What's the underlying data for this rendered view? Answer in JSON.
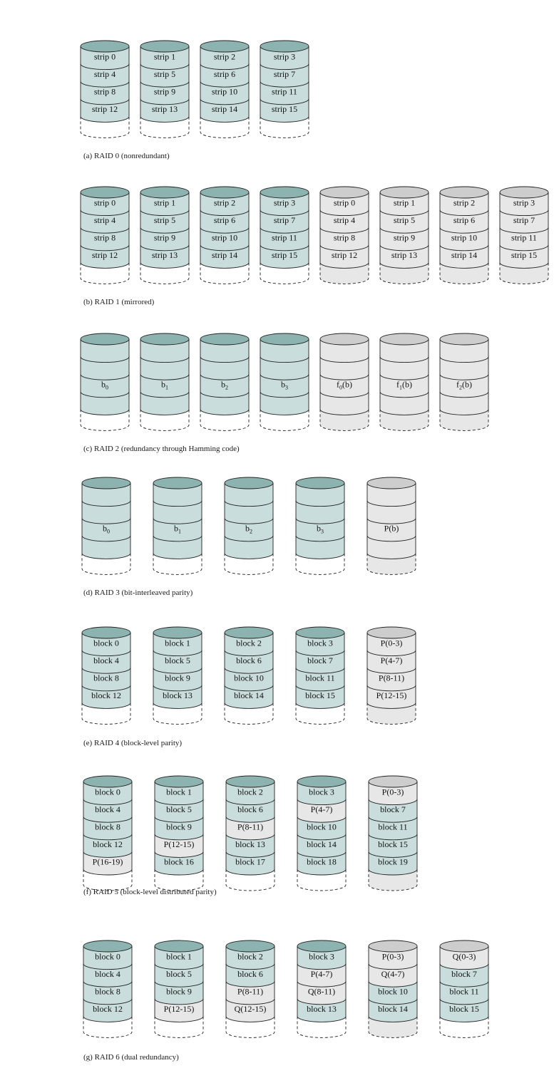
{
  "colors": {
    "data_fill": "#c9dddc",
    "data_top": "#8db3b0",
    "redundant_fill": "#e7e7e7",
    "redundant_top": "#cdcdcd",
    "stroke": "#222222"
  },
  "diagrams": [
    {
      "caption": "(a) RAID 0 (nonredundant)",
      "disks": [
        {
          "role": "data",
          "cells": [
            {
              "text": "strip 0"
            },
            {
              "text": "strip 4"
            },
            {
              "text": "strip 8"
            },
            {
              "text": "strip 12"
            }
          ]
        },
        {
          "role": "data",
          "cells": [
            {
              "text": "strip 1"
            },
            {
              "text": "strip 5"
            },
            {
              "text": "strip 9"
            },
            {
              "text": "strip 13"
            }
          ]
        },
        {
          "role": "data",
          "cells": [
            {
              "text": "strip 2"
            },
            {
              "text": "strip 6"
            },
            {
              "text": "strip 10"
            },
            {
              "text": "strip 14"
            }
          ]
        },
        {
          "role": "data",
          "cells": [
            {
              "text": "strip 3"
            },
            {
              "text": "strip 7"
            },
            {
              "text": "strip 11"
            },
            {
              "text": "strip 15"
            }
          ]
        }
      ]
    },
    {
      "caption": "(b) RAID 1 (mirrored)",
      "disks": [
        {
          "role": "data",
          "cells": [
            {
              "text": "strip 0"
            },
            {
              "text": "strip 4"
            },
            {
              "text": "strip 8"
            },
            {
              "text": "strip 12"
            }
          ]
        },
        {
          "role": "data",
          "cells": [
            {
              "text": "strip 1"
            },
            {
              "text": "strip 5"
            },
            {
              "text": "strip 9"
            },
            {
              "text": "strip 13"
            }
          ]
        },
        {
          "role": "data",
          "cells": [
            {
              "text": "strip 2"
            },
            {
              "text": "strip 6"
            },
            {
              "text": "strip 10"
            },
            {
              "text": "strip 14"
            }
          ]
        },
        {
          "role": "data",
          "cells": [
            {
              "text": "strip 3"
            },
            {
              "text": "strip 7"
            },
            {
              "text": "strip 11"
            },
            {
              "text": "strip 15"
            }
          ]
        },
        {
          "role": "redundant",
          "cells": [
            {
              "text": "strip 0"
            },
            {
              "text": "strip 4"
            },
            {
              "text": "strip 8"
            },
            {
              "text": "strip 12"
            }
          ]
        },
        {
          "role": "redundant",
          "cells": [
            {
              "text": "strip 1"
            },
            {
              "text": "strip 5"
            },
            {
              "text": "strip 9"
            },
            {
              "text": "strip 13"
            }
          ]
        },
        {
          "role": "redundant",
          "cells": [
            {
              "text": "strip 2"
            },
            {
              "text": "strip 6"
            },
            {
              "text": "strip 10"
            },
            {
              "text": "strip 14"
            }
          ]
        },
        {
          "role": "redundant",
          "cells": [
            {
              "text": "strip 3"
            },
            {
              "text": "strip 7"
            },
            {
              "text": "strip 11"
            },
            {
              "text": "strip 15"
            }
          ]
        }
      ]
    },
    {
      "caption": "(c) RAID 2 (redundancy through Hamming code)",
      "disks": [
        {
          "role": "data",
          "cells": [
            {
              "text": ""
            },
            {
              "text": ""
            },
            {
              "text": "b",
              "sub": "0"
            },
            {
              "text": ""
            }
          ]
        },
        {
          "role": "data",
          "cells": [
            {
              "text": ""
            },
            {
              "text": ""
            },
            {
              "text": "b",
              "sub": "1"
            },
            {
              "text": ""
            }
          ]
        },
        {
          "role": "data",
          "cells": [
            {
              "text": ""
            },
            {
              "text": ""
            },
            {
              "text": "b",
              "sub": "2"
            },
            {
              "text": ""
            }
          ]
        },
        {
          "role": "data",
          "cells": [
            {
              "text": ""
            },
            {
              "text": ""
            },
            {
              "text": "b",
              "sub": "3"
            },
            {
              "text": ""
            }
          ]
        },
        {
          "role": "redundant",
          "cells": [
            {
              "text": ""
            },
            {
              "text": ""
            },
            {
              "text": "f",
              "sub": "0",
              "after": "(b)"
            },
            {
              "text": ""
            }
          ]
        },
        {
          "role": "redundant",
          "cells": [
            {
              "text": ""
            },
            {
              "text": ""
            },
            {
              "text": "f",
              "sub": "1",
              "after": "(b)"
            },
            {
              "text": ""
            }
          ]
        },
        {
          "role": "redundant",
          "cells": [
            {
              "text": ""
            },
            {
              "text": ""
            },
            {
              "text": "f",
              "sub": "2",
              "after": "(b)"
            },
            {
              "text": ""
            }
          ]
        }
      ]
    },
    {
      "caption": "(d) RAID 3 (bit-interleaved parity)",
      "disks": [
        {
          "role": "data",
          "cells": [
            {
              "text": ""
            },
            {
              "text": ""
            },
            {
              "text": "b",
              "sub": "0"
            },
            {
              "text": ""
            }
          ]
        },
        {
          "role": "data",
          "cells": [
            {
              "text": ""
            },
            {
              "text": ""
            },
            {
              "text": "b",
              "sub": "1"
            },
            {
              "text": ""
            }
          ]
        },
        {
          "role": "data",
          "cells": [
            {
              "text": ""
            },
            {
              "text": ""
            },
            {
              "text": "b",
              "sub": "2"
            },
            {
              "text": ""
            }
          ]
        },
        {
          "role": "data",
          "cells": [
            {
              "text": ""
            },
            {
              "text": ""
            },
            {
              "text": "b",
              "sub": "3"
            },
            {
              "text": ""
            }
          ]
        },
        {
          "role": "redundant",
          "cells": [
            {
              "text": ""
            },
            {
              "text": ""
            },
            {
              "text": "P(b)"
            },
            {
              "text": ""
            }
          ]
        }
      ]
    },
    {
      "caption": "(e) RAID 4 (block-level parity)",
      "disks": [
        {
          "role": "data",
          "cells": [
            {
              "text": "block 0"
            },
            {
              "text": "block 4"
            },
            {
              "text": "block 8"
            },
            {
              "text": "block 12"
            }
          ]
        },
        {
          "role": "data",
          "cells": [
            {
              "text": "block 1"
            },
            {
              "text": "block 5"
            },
            {
              "text": "block 9"
            },
            {
              "text": "block 13"
            }
          ]
        },
        {
          "role": "data",
          "cells": [
            {
              "text": "block 2"
            },
            {
              "text": "block 6"
            },
            {
              "text": "block 10"
            },
            {
              "text": "block 14"
            }
          ]
        },
        {
          "role": "data",
          "cells": [
            {
              "text": "block 3"
            },
            {
              "text": "block 7"
            },
            {
              "text": "block 11"
            },
            {
              "text": "block 15"
            }
          ]
        },
        {
          "role": "redundant",
          "cells": [
            {
              "text": "P(0-3)"
            },
            {
              "text": "P(4-7)"
            },
            {
              "text": "P(8-11)"
            },
            {
              "text": "P(12-15)"
            }
          ]
        }
      ]
    },
    {
      "caption": "(f) RAID 5 (block-level distributed parity)",
      "disks": [
        {
          "role": "data",
          "cells": [
            {
              "text": "block 0"
            },
            {
              "text": "block 4"
            },
            {
              "text": "block 8"
            },
            {
              "text": "block 12"
            },
            {
              "text": "P(16-19)",
              "parity": true
            }
          ]
        },
        {
          "role": "data",
          "cells": [
            {
              "text": "block 1"
            },
            {
              "text": "block 5"
            },
            {
              "text": "block 9"
            },
            {
              "text": "P(12-15)",
              "parity": true
            },
            {
              "text": "block 16"
            }
          ]
        },
        {
          "role": "data",
          "cells": [
            {
              "text": "block 2"
            },
            {
              "text": "block 6"
            },
            {
              "text": "P(8-11)",
              "parity": true
            },
            {
              "text": "block 13"
            },
            {
              "text": "block 17"
            }
          ]
        },
        {
          "role": "data",
          "cells": [
            {
              "text": "block 3"
            },
            {
              "text": "P(4-7)",
              "parity": true
            },
            {
              "text": "block 10"
            },
            {
              "text": "block 14"
            },
            {
              "text": "block 18"
            }
          ]
        },
        {
          "role": "data",
          "top_role": "redundant",
          "base_role": "redundant",
          "cells": [
            {
              "text": "P(0-3)",
              "parity": true
            },
            {
              "text": "block 7"
            },
            {
              "text": "block 11"
            },
            {
              "text": "block 15"
            },
            {
              "text": "block 19"
            }
          ]
        }
      ]
    },
    {
      "caption": "(g) RAID 6 (dual redundancy)",
      "disks": [
        {
          "role": "data",
          "cells": [
            {
              "text": "block 0"
            },
            {
              "text": "block 4"
            },
            {
              "text": "block 8"
            },
            {
              "text": "block 12"
            }
          ]
        },
        {
          "role": "data",
          "cells": [
            {
              "text": "block 1"
            },
            {
              "text": "block 5"
            },
            {
              "text": "block 9"
            },
            {
              "text": "P(12-15)",
              "parity": true
            }
          ]
        },
        {
          "role": "data",
          "cells": [
            {
              "text": "block 2"
            },
            {
              "text": "block 6"
            },
            {
              "text": "P(8-11)",
              "parity": true
            },
            {
              "text": "Q(12-15)",
              "parity": true
            }
          ]
        },
        {
          "role": "data",
          "cells": [
            {
              "text": "block 3"
            },
            {
              "text": "P(4-7)",
              "parity": true
            },
            {
              "text": "Q(8-11)",
              "parity": true
            },
            {
              "text": "block 13"
            }
          ]
        },
        {
          "role": "data",
          "top_role": "redundant",
          "base_role": "redundant",
          "cells": [
            {
              "text": "P(0-3)",
              "parity": true
            },
            {
              "text": "Q(4-7)",
              "parity": true
            },
            {
              "text": "block 10"
            },
            {
              "text": "block 14"
            }
          ]
        },
        {
          "role": "data",
          "top_role": "redundant",
          "base_role": "none",
          "cells": [
            {
              "text": "Q(0-3)",
              "parity": true
            },
            {
              "text": "block 7"
            },
            {
              "text": "block 11"
            },
            {
              "text": "block 15"
            }
          ]
        }
      ]
    }
  ]
}
